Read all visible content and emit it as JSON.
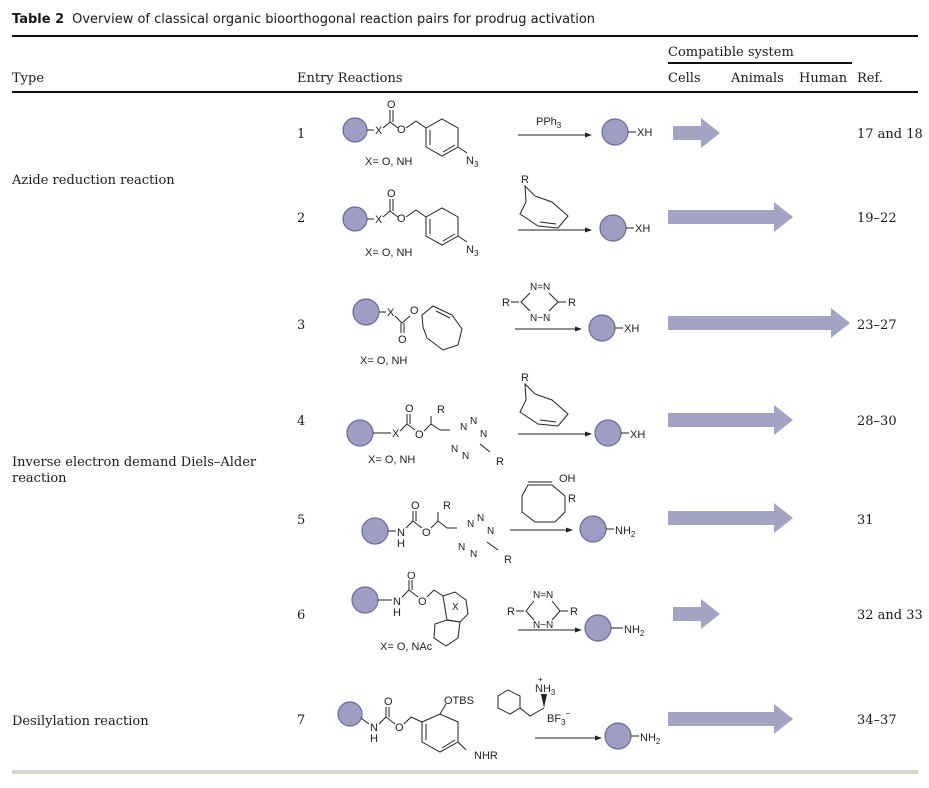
{
  "caption": {
    "label": "Table 2",
    "title": "Overview of classical organic bioorthogonal reaction pairs for prodrug activation"
  },
  "header": {
    "type": "Type",
    "entry_reactions": "Entry Reactions",
    "compatible_system": "Compatible system",
    "cells": "Cells",
    "animals": "Animals",
    "human": "Human",
    "ref": "Ref."
  },
  "colors": {
    "circle": "#9e9ec4",
    "circle_stroke": "#6b6b99",
    "arrow": "#a3a3c4",
    "bottom_rule": "#d9d4c7"
  },
  "types": [
    {
      "label": "Azide reduction reaction",
      "entries": [
        1,
        2
      ]
    },
    {
      "label": "Inverse electron demand Diels–Alder reaction",
      "entries": [
        3,
        4,
        5,
        6
      ]
    },
    {
      "label": "Desilylation reaction",
      "entries": [
        7
      ]
    }
  ],
  "rows": [
    {
      "entry": "1",
      "substituent_note": "X= O, NH",
      "reagent": "PPh3",
      "product": "XH",
      "compatible_up_to": "Cells",
      "ref": "17 and 18"
    },
    {
      "entry": "2",
      "substituent_note": "X= O, NH",
      "reagent": "trans-cyclooctene (R)",
      "product": "XH",
      "compatible_up_to": "Animals",
      "ref": "19–22"
    },
    {
      "entry": "3",
      "substituent_note": "X= O, NH",
      "reagent": "tetrazine (R, R)",
      "product": "XH",
      "compatible_up_to": "Human",
      "ref": "23–27"
    },
    {
      "entry": "4",
      "substituent_note": "X= O, NH",
      "reagent": "trans-cyclooctene (R)",
      "product": "XH",
      "compatible_up_to": "Animals",
      "ref": "28–30"
    },
    {
      "entry": "5",
      "substituent_note": "",
      "reagent": "cyclooctyne (OH, R)",
      "product": "NH2",
      "compatible_up_to": "Animals",
      "ref": "31"
    },
    {
      "entry": "6",
      "substituent_note": "X= O, NAc",
      "reagent": "tetrazine (R, R)",
      "product": "NH2",
      "compatible_up_to": "Cells",
      "ref": "32 and 33"
    },
    {
      "entry": "7",
      "substituent_note": "",
      "reagent": "phenylalanine trifluoroborate (NH3+, BF3−)",
      "product": "NH2",
      "compatible_up_to": "Animals",
      "ref": "34–37"
    }
  ],
  "labels": {
    "R": "R",
    "X": "X",
    "O": "O",
    "N": "N",
    "H": "H",
    "OH": "OH",
    "N3": "N",
    "N3_sub": "3",
    "PPh": "PPh",
    "PPh_sub": "3",
    "XH": "XH",
    "NH": "NH",
    "NH2_sub": "2",
    "OTBS": "OTBS",
    "NHR": "NHR",
    "NH3": "NH",
    "NH3_sub": "3",
    "plus": "+",
    "BF": "BF",
    "BF_sub": "3",
    "minus": "−"
  }
}
